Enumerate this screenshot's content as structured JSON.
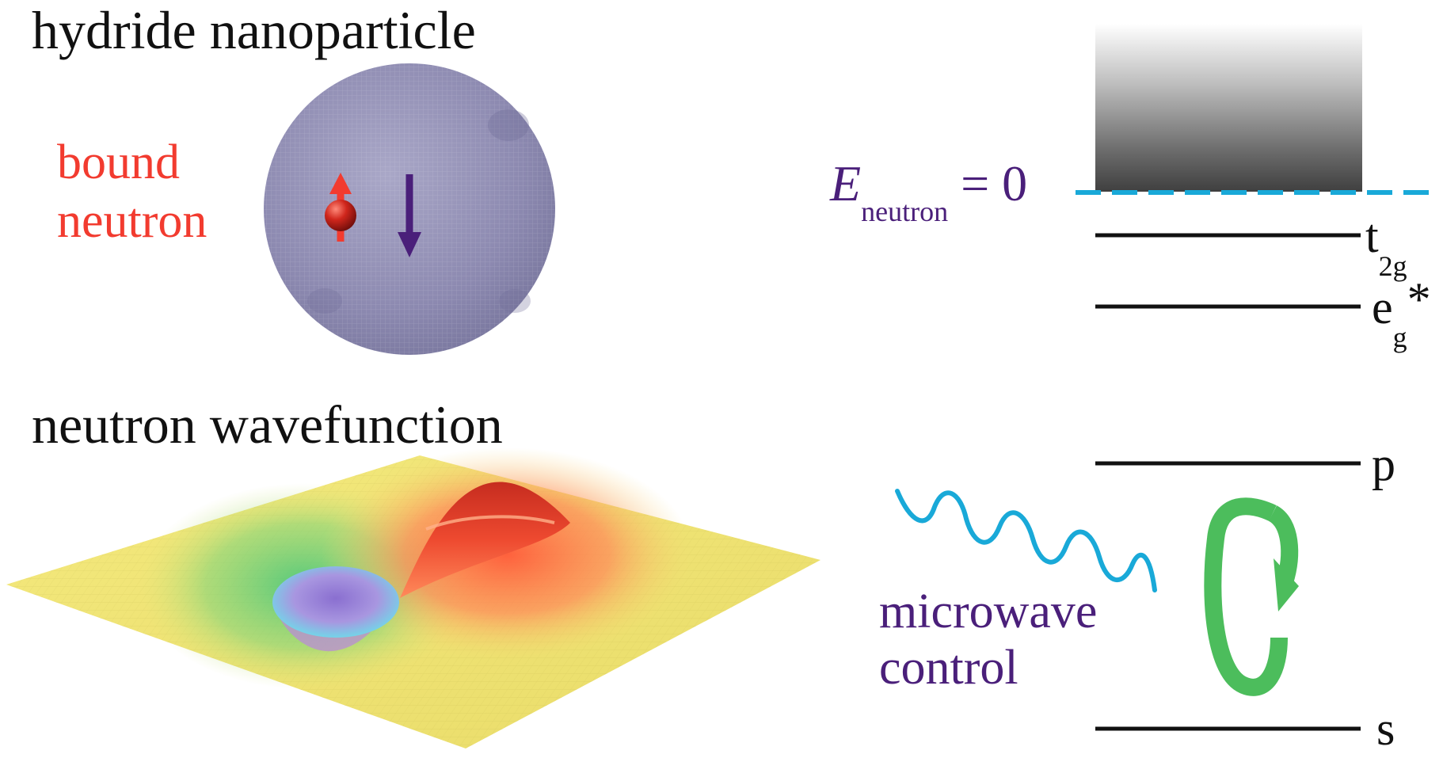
{
  "titles": {
    "top": "hydride nanoparticle",
    "bottom": "neutron wavefunction"
  },
  "bound_neutron": {
    "line1": "bound",
    "line2": "neutron"
  },
  "energy_label": {
    "symbol": "E",
    "subscript": "neutron",
    "rest": " = 0"
  },
  "levels": {
    "t2g_base": "t",
    "t2g_sub": "2g",
    "eg_base": "e",
    "eg_sub": "g",
    "eg_star": "*",
    "p": "p",
    "s": "s"
  },
  "control": {
    "line1": "microwave",
    "line2": "control"
  },
  "colors": {
    "red_label": "#f23b2f",
    "purple_text": "#4a1f7a",
    "cyan": "#19a9d8",
    "green": "#4cbd5c",
    "sphere": "#8f8db3",
    "black": "#111111"
  }
}
